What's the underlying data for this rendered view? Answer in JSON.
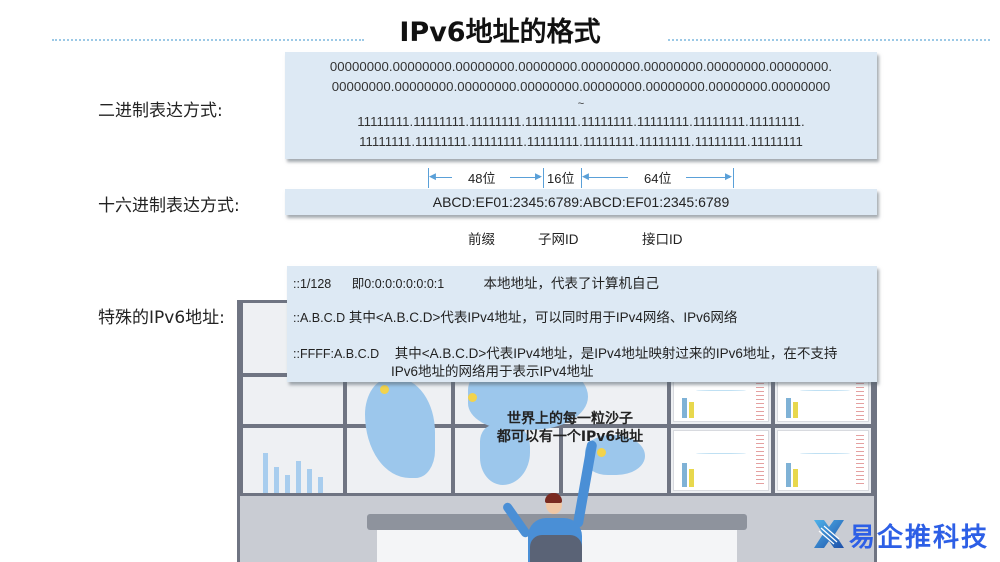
{
  "title": "IPv6地址的格式",
  "labels": {
    "binary": "二进制表达方式:",
    "hex": "十六进制表达方式:",
    "special": "特殊的IPv6地址:"
  },
  "binary": {
    "rows": [
      "00000000.00000000.00000000.00000000.00000000.00000000.00000000.00000000.",
      "00000000.00000000.00000000.00000000.00000000.00000000.00000000.00000000",
      "~",
      "11111111.11111111.11111111.11111111.11111111.11111111.11111111.11111111.",
      "11111111.11111111.11111111.11111111.11111111.11111111.11111111.11111111"
    ]
  },
  "ruler": {
    "prefix_bits": "48位",
    "subnet_bits": "16位",
    "interface_bits": "64位"
  },
  "hex": {
    "value": "ABCD:EF01:2345:6789:ABCD:EF01:2345:6789"
  },
  "segments": {
    "prefix": "前缀",
    "subnet": "子网ID",
    "interface": "接口ID"
  },
  "special": {
    "items": [
      {
        "code": "::1/128",
        "equiv": "即0:0:0:0:0:0:0:1",
        "desc": "本地地址，代表了计算机自己"
      },
      {
        "code": "::A.B.C.D",
        "desc": "其中<A.B.C.D>代表IPv4地址，可以同时用于IPv4网络、IPv6网络"
      },
      {
        "code": "::FFFF:A.B.C.D",
        "desc": "其中<A.B.C.D>代表IPv4地址，是IPv4地址映射过来的IPv6地址，在不支持",
        "desc2": "IPv6地址的网络用于表示IPv4地址"
      }
    ]
  },
  "illustration": {
    "slogan_line1": "世界上的每一粒沙子",
    "slogan_line2": "都可以有一个IPv6地址"
  },
  "logo": {
    "text": "易企推科技",
    "color": "#2d5fe6"
  },
  "colors": {
    "panel_bg": "#dde9f4",
    "accent_line": "#9cc9e6",
    "arrow": "#5aa0d8"
  }
}
